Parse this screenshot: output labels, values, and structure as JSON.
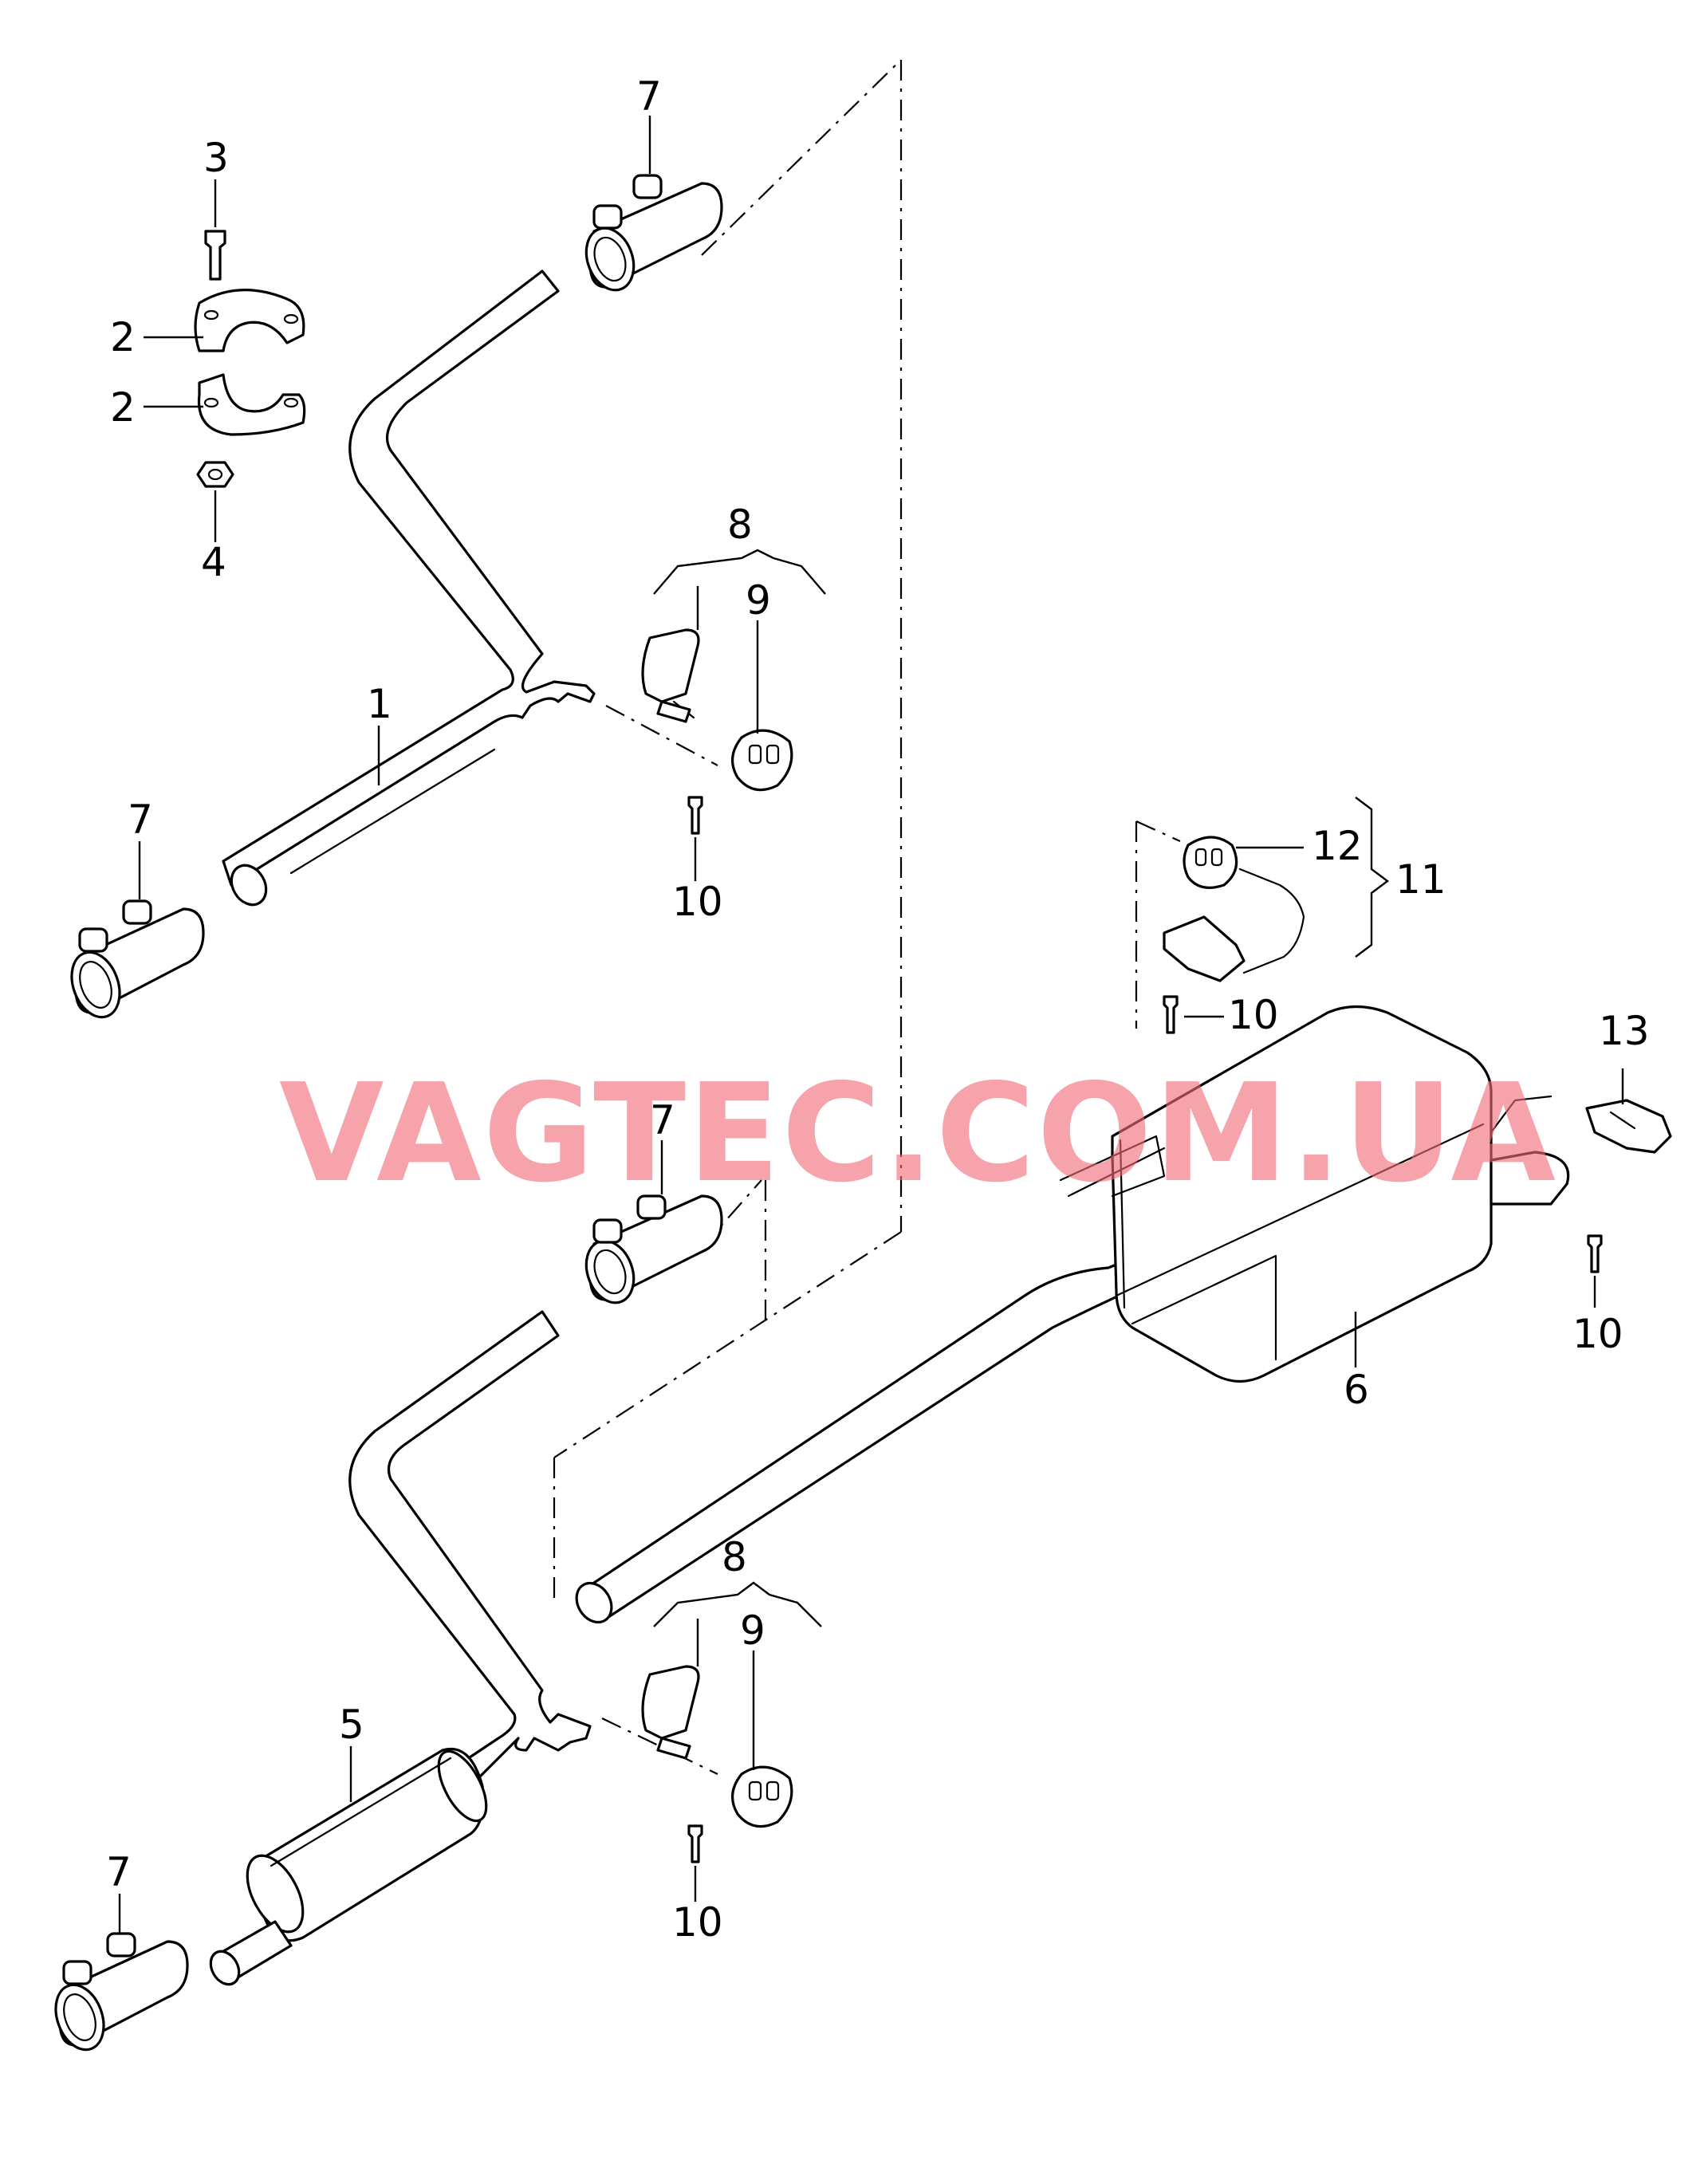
{
  "watermark": "VAGTEC.COM.UA",
  "colors": {
    "line": "#000000",
    "background": "#ffffff",
    "watermark": "#f06a78"
  },
  "callouts": [
    {
      "id": "c1",
      "label": "1"
    },
    {
      "id": "c2a",
      "label": "2"
    },
    {
      "id": "c2b",
      "label": "2"
    },
    {
      "id": "c3",
      "label": "3"
    },
    {
      "id": "c4",
      "label": "4"
    },
    {
      "id": "c5",
      "label": "5"
    },
    {
      "id": "c6",
      "label": "6"
    },
    {
      "id": "c7a",
      "label": "7"
    },
    {
      "id": "c7b",
      "label": "7"
    },
    {
      "id": "c7c",
      "label": "7"
    },
    {
      "id": "c7d",
      "label": "7"
    },
    {
      "id": "c8a",
      "label": "8"
    },
    {
      "id": "c8b",
      "label": "8"
    },
    {
      "id": "c9a",
      "label": "9"
    },
    {
      "id": "c9b",
      "label": "9"
    },
    {
      "id": "c10a",
      "label": "10"
    },
    {
      "id": "c10b",
      "label": "10"
    },
    {
      "id": "c10c",
      "label": "10"
    },
    {
      "id": "c10d",
      "label": "10"
    },
    {
      "id": "c11",
      "label": "11"
    },
    {
      "id": "c12",
      "label": "12"
    },
    {
      "id": "c13",
      "label": "13"
    }
  ]
}
